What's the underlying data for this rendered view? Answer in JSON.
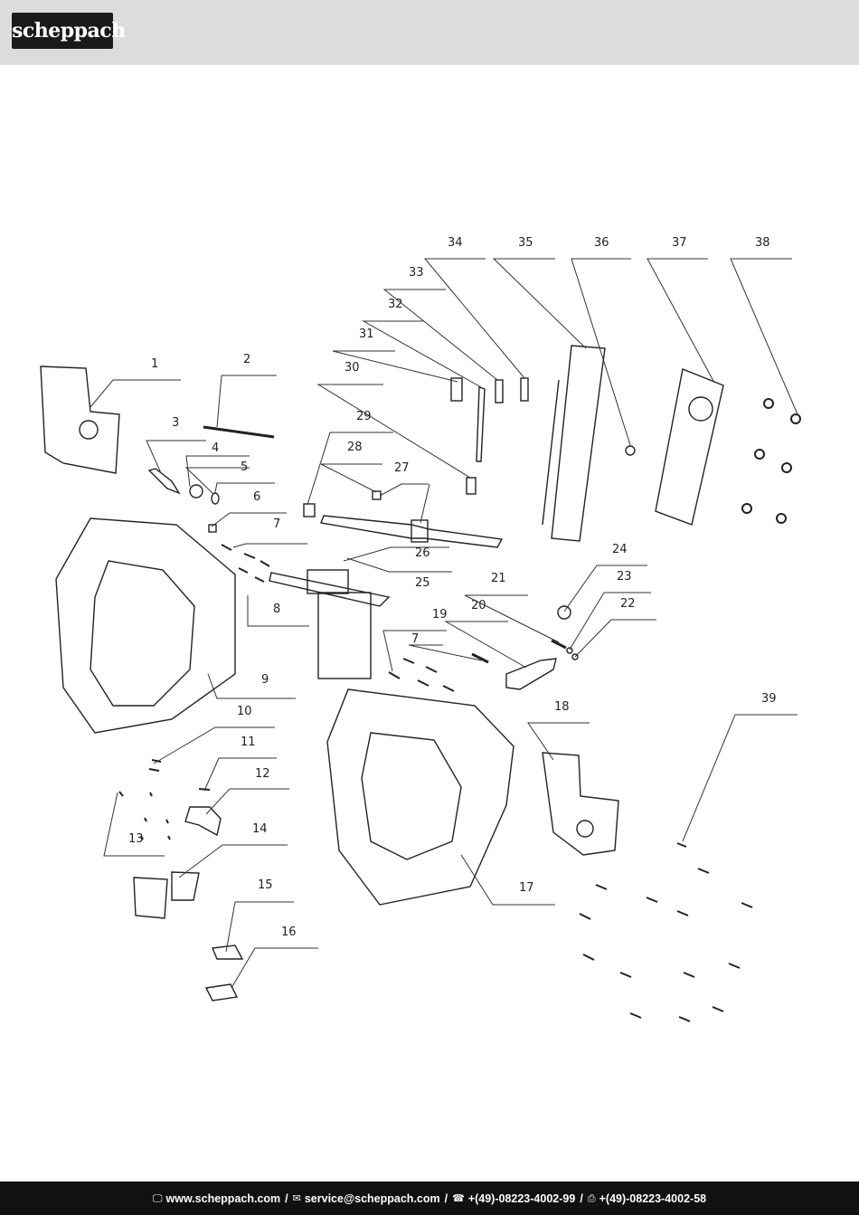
{
  "header": {
    "brand": "scheppach"
  },
  "diagram": {
    "callouts": [
      "1",
      "2",
      "3",
      "4",
      "5",
      "6",
      "7",
      "8",
      "9",
      "10",
      "11",
      "12",
      "13",
      "14",
      "15",
      "16",
      "17",
      "18",
      "19",
      "20",
      "21",
      "22",
      "23",
      "24",
      "25",
      "26",
      "27",
      "28",
      "29",
      "30",
      "31",
      "32",
      "33",
      "34",
      "35",
      "36",
      "37",
      "38",
      "39",
      "7"
    ]
  },
  "footer": {
    "website": "www.scheppach.com",
    "email": "service@scheppach.com",
    "phone": "+(49)-08223-4002-99",
    "fax": "+(49)-08223-4002-58",
    "separator": "/",
    "icons": [
      "computer-icon",
      "mail-icon",
      "phone-icon",
      "fax-icon"
    ]
  }
}
